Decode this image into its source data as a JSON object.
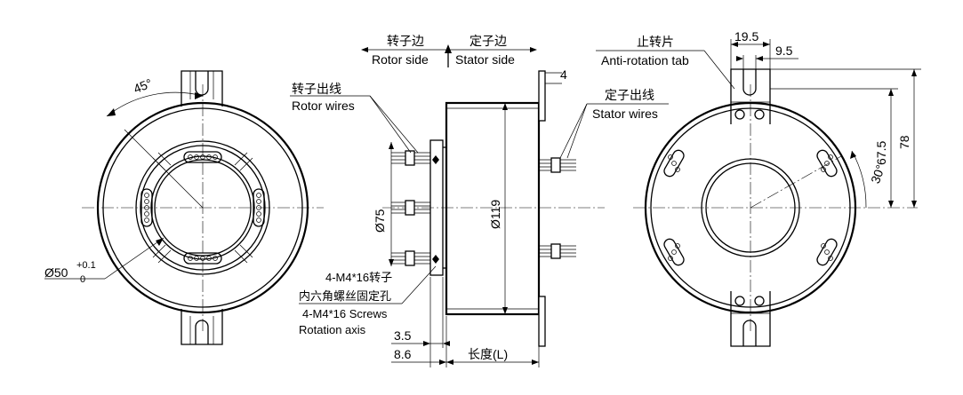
{
  "labels": {
    "rotor_side_cn": "转子边",
    "rotor_side_en": "Rotor side",
    "stator_side_cn": "定子边",
    "stator_side_en": "Stator side",
    "rotor_wires_cn": "转子出线",
    "rotor_wires_en": "Rotor wires",
    "stator_wires_cn": "定子出线",
    "stator_wires_en": "Stator wires",
    "anti_rotation_cn": "止转片",
    "anti_rotation_en": "Anti-rotation tab",
    "screws_cn_1": "4-M4*16转子",
    "screws_cn_2": "内六角螺丝固定孔",
    "screws_en_1": "4-M4*16 Screws",
    "screws_en_2": "Rotation axis",
    "length_label": "长度(L)"
  },
  "dimensions": {
    "angle_left": "45°",
    "bore_dia": "Ø50",
    "bore_tol_upper": "+0.1",
    "bore_tol_lower": "0",
    "dia_75": "Ø75",
    "dia_119": "Ø119",
    "tab_thickness": "4",
    "flange_3_5": "3.5",
    "flange_8_6": "8.6",
    "tab_19_5": "19.5",
    "tab_9_5": "9.5",
    "height_78": "78",
    "height_67_5": "67.5",
    "angle_right": "30°"
  }
}
